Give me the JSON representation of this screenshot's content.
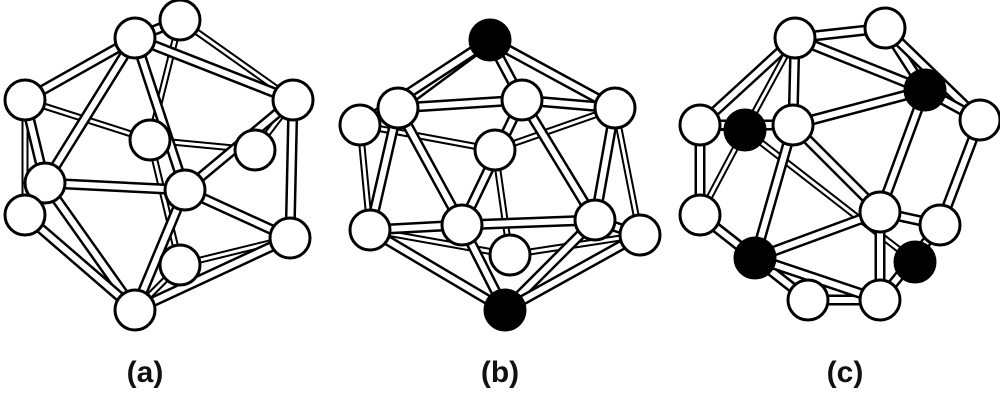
{
  "panels": [
    {
      "label": "(a)",
      "black_nodes": 0
    },
    {
      "label": "(b)",
      "black_nodes": 2
    },
    {
      "label": "(c)",
      "black_nodes": 4
    }
  ],
  "colors": {
    "ink": "#000000",
    "open_node": "#ffffff",
    "filled_node": "#000000"
  }
}
